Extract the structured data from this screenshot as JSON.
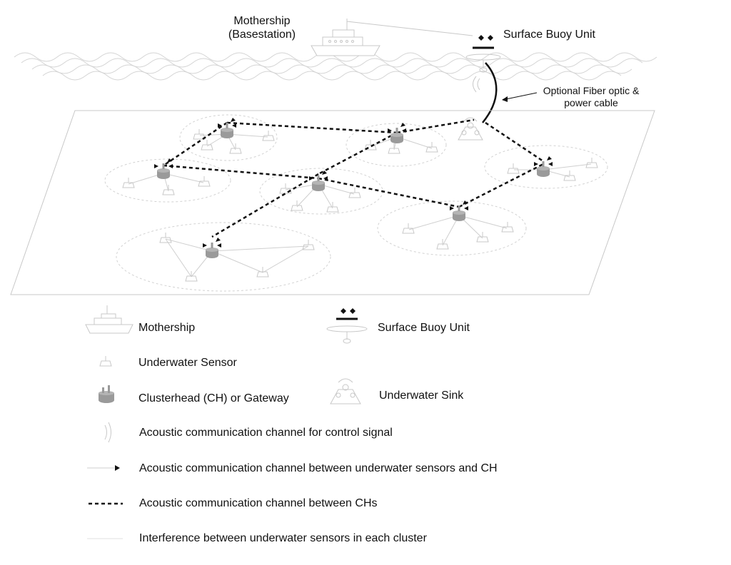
{
  "labels": {
    "mothership_line1": "Mothership",
    "mothership_line2": "(Basestation)",
    "surface_buoy": "Surface Buoy Unit",
    "cable_line1": "Optional Fiber optic &",
    "cable_line2": "power cable"
  },
  "legend": {
    "mothership": "Mothership",
    "surface_buoy": "Surface Buoy Unit",
    "underwater_sensor": "Underwater Sensor",
    "clusterhead": "Clusterhead (CH) or Gateway",
    "underwater_sink": "Underwater Sink",
    "acoustic_control": "Acoustic communication channel for control signal",
    "acoustic_sensor_ch": "Acoustic communication channel between underwater sensors and CH",
    "acoustic_ch_ch": "Acoustic communication channel between CHs",
    "interference": "Interference between underwater sensors in each cluster"
  },
  "colors": {
    "light_stroke": "#c8c8c8",
    "dark": "#111111",
    "gateway_fill": "#9a9a9a"
  }
}
